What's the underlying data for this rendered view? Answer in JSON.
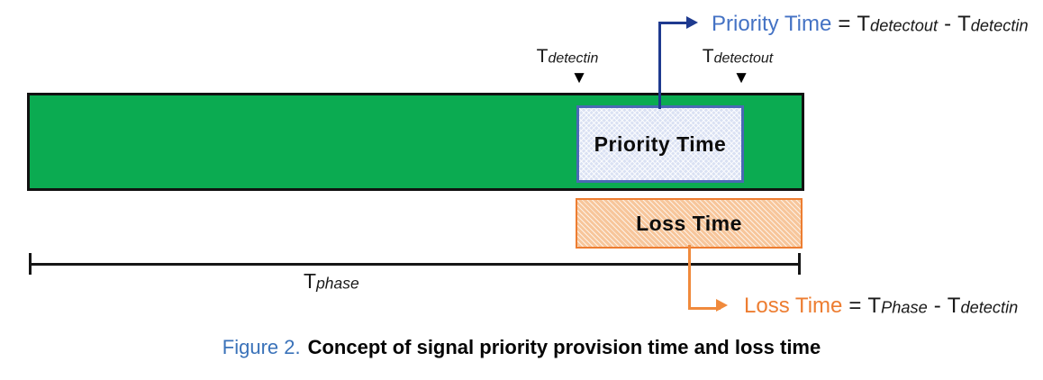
{
  "figure": {
    "caption": {
      "prefix": "Figure 2.",
      "text": "Concept of signal priority provision time and loss time"
    },
    "boxes": {
      "priority_label": "Priority Time",
      "loss_label": "Loss Time"
    },
    "markers": {
      "detectin_base": "T",
      "detectin_sub": "detectin",
      "detectout_base": "T",
      "detectout_sub": "detectout",
      "triangle": "▼"
    },
    "axis": {
      "phase_base": "T",
      "phase_sub": "phase"
    },
    "formulas": {
      "priority_lhs": "Priority Time",
      "priority_eq": "=",
      "priority_t1_base": "T",
      "priority_t1_sub": "detectout",
      "priority_minus": "-",
      "priority_t2_base": "T",
      "priority_t2_sub": "detectin",
      "loss_lhs": "Loss Time",
      "loss_eq": "=",
      "loss_t1_base": "T",
      "loss_t1_sub": "Phase",
      "loss_minus": "-",
      "loss_t2_base": "T",
      "loss_t2_sub": "detectin"
    },
    "colors": {
      "green_bar": "#0BAB51",
      "bar_border": "#111111",
      "priority_fill": "#DAE1F3",
      "priority_border": "#4A69B4",
      "loss_fill": "#F7C69B",
      "loss_border": "#ED7D31",
      "priority_text": "#4472C4",
      "loss_text": "#ED7D31",
      "arrow_navy": "#1E3A8F",
      "arrow_orange": "#F08A3C",
      "caption_blue": "#3A72B9",
      "text_black": "#1A1A1A"
    }
  }
}
